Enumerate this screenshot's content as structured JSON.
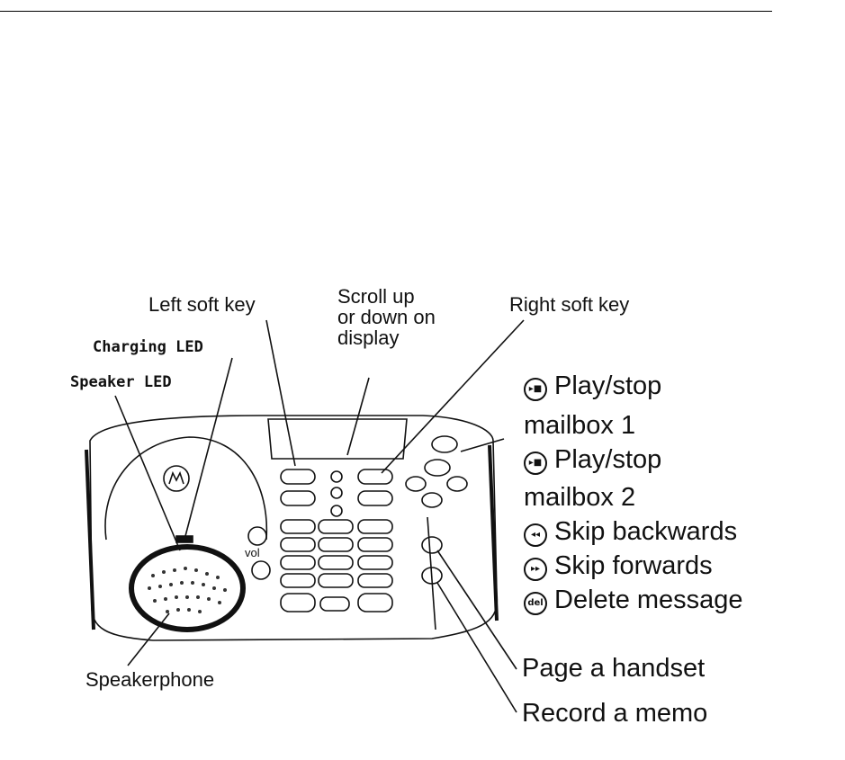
{
  "labels": {
    "left_soft_key": "Left soft key",
    "scroll": [
      "Scroll up",
      "or down on",
      "display"
    ],
    "right_soft_key": "Right soft key",
    "charging_led": "Charging LED",
    "speaker_led": "Speaker LED",
    "speakerphone": "Speakerphone",
    "vol": "vol",
    "page_handset": "Page a handset",
    "record_memo": "Record a memo"
  },
  "key_list": [
    {
      "icon": "play-stop-1-icon",
      "glyph": "▸■",
      "text": "Play/stop"
    },
    {
      "icon": "",
      "glyph": "",
      "text": "mailbox 1"
    },
    {
      "icon": "play-stop-2-icon",
      "glyph": "▸■",
      "text": "Play/stop"
    },
    {
      "icon": "",
      "glyph": "",
      "text": "mailbox 2"
    },
    {
      "icon": "skip-back-icon",
      "glyph": "◂◂",
      "text": "Skip backwards"
    },
    {
      "icon": "skip-forward-icon",
      "glyph": "▸▸",
      "text": "Skip forwards"
    },
    {
      "icon": "delete-icon",
      "glyph": "del",
      "text": "Delete message"
    }
  ]
}
